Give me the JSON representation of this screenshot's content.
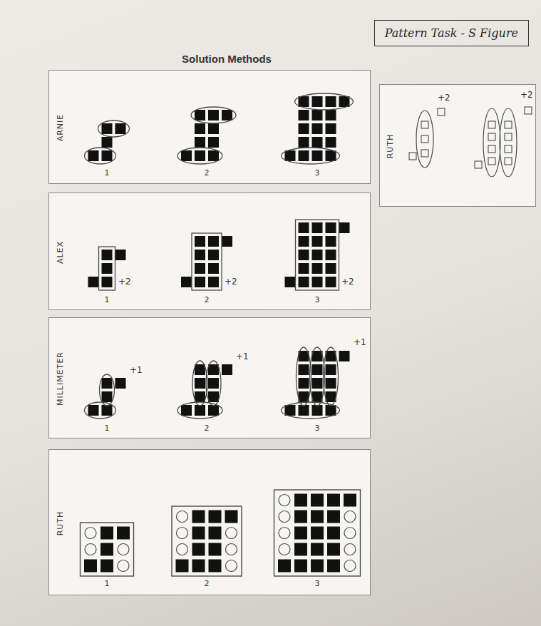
{
  "diagram": {
    "title": "Solution Methods",
    "nodes": [
      {
        "text": [
          "Pattern Task - S Figure"
        ]
      },
      {
        "text": [
          "ARNIE"
        ]
      },
      {
        "text": [
          "RUTH"
        ]
      },
      {
        "text": [
          "ALEX"
        ]
      },
      {
        "text": [
          "MILLIMETER"
        ]
      },
      {
        "text": [
          "RUTH"
        ]
      }
    ],
    "labels": [
      "1",
      "2",
      "3",
      "+2",
      "+2",
      "1",
      "+2",
      "2",
      "+2",
      "3",
      "+2",
      "+1",
      "1",
      "+1",
      "2",
      "+1",
      "3",
      "1",
      "2",
      "3"
    ]
  }
}
